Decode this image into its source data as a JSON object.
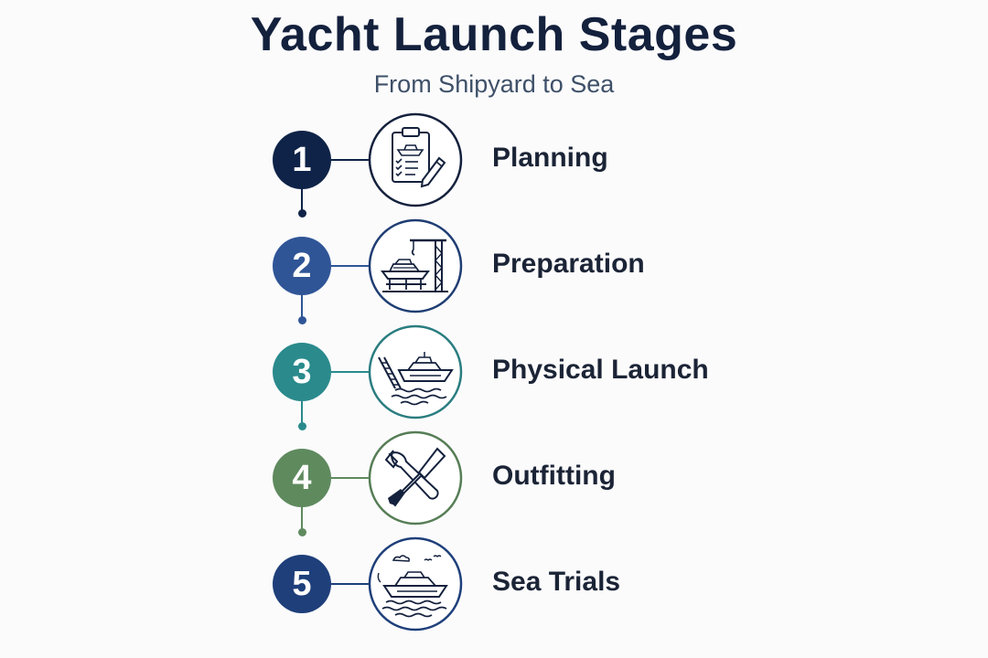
{
  "title": "Yacht Launch Stages",
  "subtitle": "From Shipyard to Sea",
  "colors": {
    "step1": "#0e2347",
    "step2": "#2f5597",
    "step3": "#2a8a8c",
    "step4": "#5f8a5e",
    "step5": "#1e3f7a",
    "text": "#1b2436"
  },
  "stages": [
    {
      "number": "1",
      "label": "Planning",
      "icon": "clipboard-yacht-icon"
    },
    {
      "number": "2",
      "label": "Preparation",
      "icon": "crane-yacht-icon"
    },
    {
      "number": "3",
      "label": "Physical Launch",
      "icon": "slipway-yacht-icon"
    },
    {
      "number": "4",
      "label": "Outfitting",
      "icon": "wrench-screwdriver-icon"
    },
    {
      "number": "5",
      "label": "Sea Trials",
      "icon": "yacht-at-sea-icon"
    }
  ]
}
